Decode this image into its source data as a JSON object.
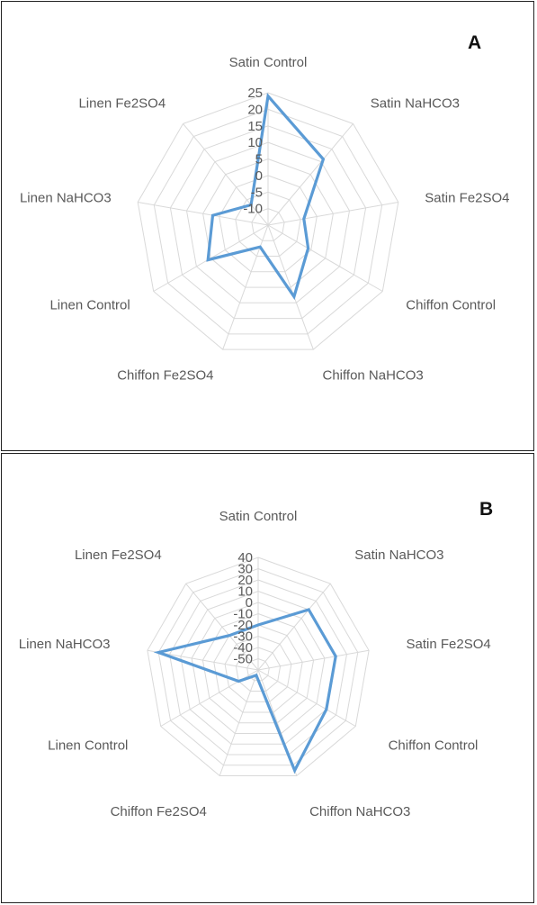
{
  "panels": [
    {
      "label": "A"
    },
    {
      "label": "B"
    }
  ],
  "colors": {
    "series": "#5b9bd5",
    "grid": "#d9d9d9",
    "text": "#595959"
  },
  "chart_data": [
    {
      "type": "radar",
      "panel": "A",
      "title": "",
      "categories": [
        "Satin Control",
        "Satin NaHCO3",
        "Satin Fe2SO4",
        "Chiffon Control",
        "Chiffon NaHCO3",
        "Chiffon Fe2SO4",
        "Linen Control",
        "Linen NaHCO3",
        "Linen Fe2SO4"
      ],
      "ticks": [
        25,
        20,
        15,
        10,
        5,
        0,
        -5,
        -10
      ],
      "tick_labels": [
        "25",
        "20",
        "15",
        "10",
        "5",
        "0",
        "-5",
        "-10"
      ],
      "range": [
        -15,
        25
      ],
      "grid": true,
      "legend": "none",
      "series": [
        {
          "values": [
            24,
            11,
            -4,
            -1,
            8,
            -8,
            6,
            2,
            -7
          ]
        }
      ]
    },
    {
      "type": "radar",
      "panel": "B",
      "title": "",
      "categories": [
        "Satin Control",
        "Satin NaHCO3",
        "Satin Fe2SO4",
        "Chiffon Control",
        "Chiffon NaHCO3",
        "Chiffon Fe2SO4",
        "Linen Control",
        "Linen NaHCO3",
        "Linen Fe2SO4"
      ],
      "ticks": [
        40,
        30,
        20,
        10,
        0,
        -10,
        -20,
        -30,
        -40,
        -50
      ],
      "tick_labels": [
        "40",
        "30",
        "20",
        "10",
        "0",
        "-10",
        "-20",
        "-30",
        "-40",
        "-50"
      ],
      "range": [
        -60,
        40
      ],
      "grid": true,
      "legend": "none",
      "series": [
        {
          "values": [
            -20,
            10,
            10,
            10,
            35,
            -55,
            -40,
            30,
            -20
          ]
        }
      ]
    }
  ]
}
